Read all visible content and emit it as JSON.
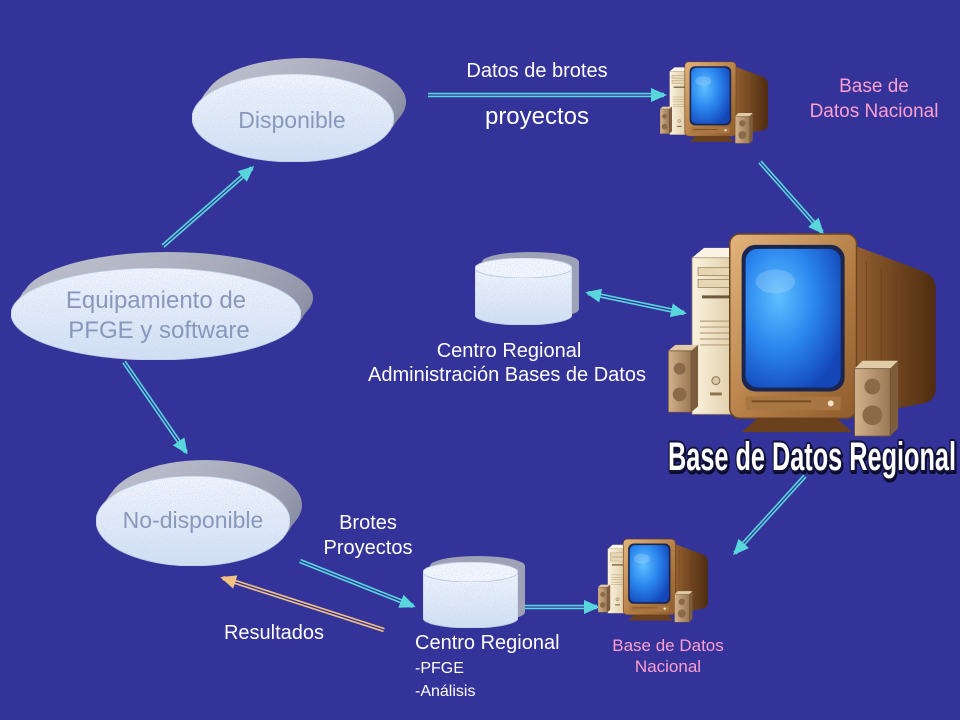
{
  "colors": {
    "background": "#333399",
    "arrow": "#59d6dc",
    "results_arrow": "#f2c184",
    "node_text": "#8b97bb",
    "pink_label": "#ff9fcf",
    "label": "#ffffff",
    "title_outline": "#12123a"
  },
  "nodes": {
    "equipment": {
      "line1": "Equipamiento de",
      "line2": "PFGE y software"
    },
    "available": {
      "label": "Disponible"
    },
    "unavailable": {
      "label": "No-disponible"
    }
  },
  "available_flow": {
    "line1": "Datos de brotes",
    "line2": "proyectos"
  },
  "national_db_top": {
    "line1": "Base de",
    "line2": "Datos Nacional"
  },
  "regional_admin": {
    "line1": "Centro Regional",
    "line2": "Administración Bases de Datos"
  },
  "regional_db": {
    "title": "Base de Datos Regional"
  },
  "unavailable_flow": {
    "line1": "Brotes",
    "line2": "Proyectos",
    "results": "Resultados"
  },
  "regional_center": {
    "title": "Centro Regional",
    "items": [
      "-PFGE",
      "-Análisis"
    ]
  },
  "national_db_bottom": {
    "line1": "Base de Datos",
    "line2": "Nacional"
  }
}
